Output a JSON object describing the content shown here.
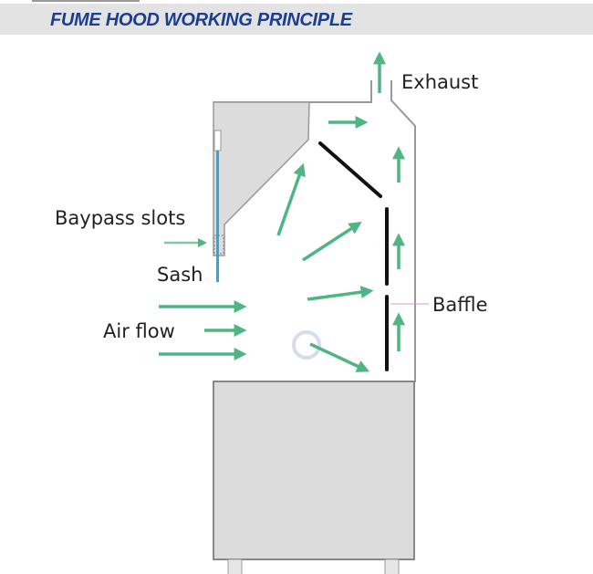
{
  "header": {
    "title": "FUME HOOD WORKING PRINCIPLE"
  },
  "labels": {
    "exhaust": "Exhaust",
    "bypass_slots": "Baypass slots",
    "sash": "Sash",
    "air_flow": "Air flow",
    "baffle": "Baffle"
  },
  "colors": {
    "arrow": "#4fb583",
    "sash": "#29a9e0",
    "title": "#1c3e8e",
    "leader": "#d8a0a8"
  }
}
